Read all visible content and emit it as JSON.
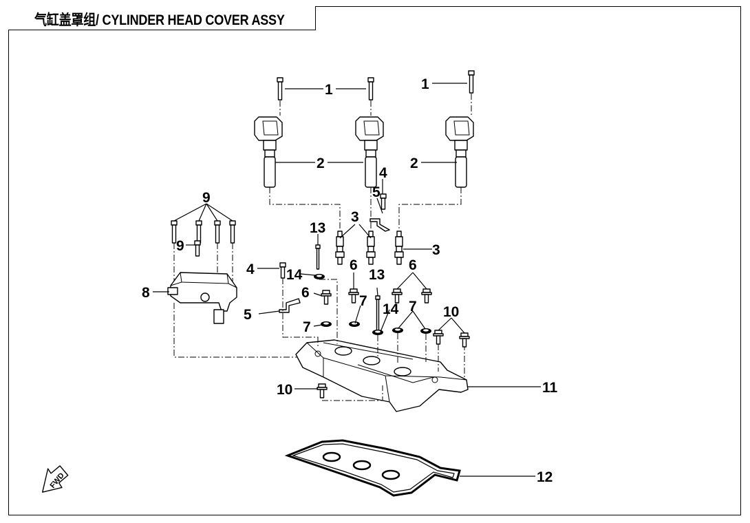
{
  "title": "气缸盖罩组/ CYLINDER HEAD COVER ASSY",
  "fwd_text": "FWD",
  "callouts": {
    "c1a": "1",
    "c1b": "1",
    "c2a": "2",
    "c2b": "2",
    "c3a": "3",
    "c3b": "3",
    "c4a": "4",
    "c4b": "4",
    "c5a": "5",
    "c5b": "5",
    "c6a": "6",
    "c6b": "6",
    "c6c": "6",
    "c7a": "7",
    "c7b": "7",
    "c7c": "7",
    "c8": "8",
    "c9a": "9",
    "c9b": "9",
    "c10a": "10",
    "c10b": "10",
    "c11": "11",
    "c12": "12",
    "c13a": "13",
    "c13b": "13",
    "c14a": "14",
    "c14b": "14"
  }
}
